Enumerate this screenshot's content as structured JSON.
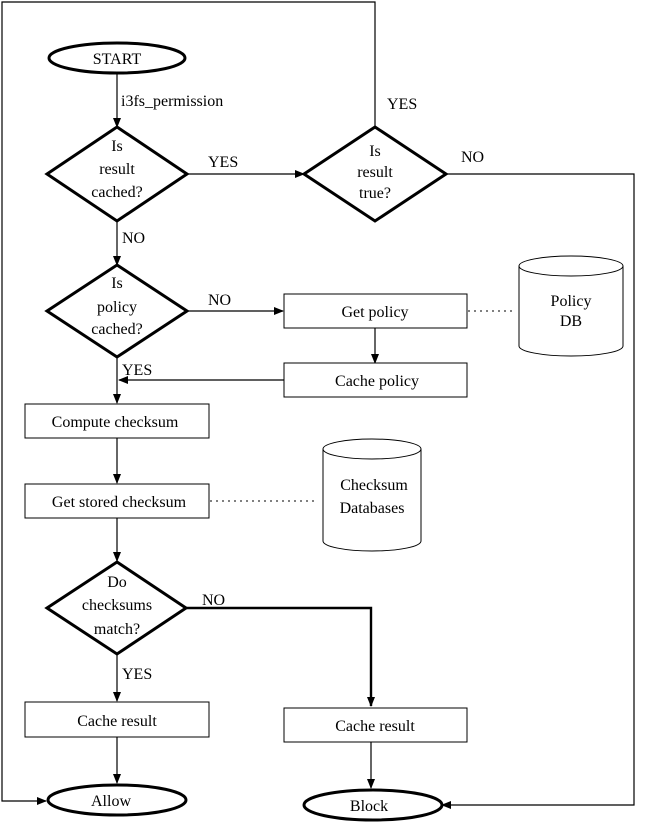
{
  "nodes": {
    "start": "START",
    "is_result_cached": [
      "Is",
      "result",
      "cached?"
    ],
    "is_result_true": [
      "Is",
      "result",
      "true?"
    ],
    "is_policy_cached": [
      "Is",
      "policy",
      "cached?"
    ],
    "get_policy": "Get policy",
    "cache_policy": "Cache policy",
    "policy_db": [
      "Policy",
      "DB"
    ],
    "compute_checksum": "Compute checksum",
    "get_stored_checksum": "Get stored checksum",
    "checksum_databases": [
      "Checksum",
      "Databases"
    ],
    "do_checksums_match": [
      "Do",
      "checksums",
      "match?"
    ],
    "cache_result_allow": "Cache result",
    "cache_result_block": "Cache result",
    "allow": "Allow",
    "block": "Block"
  },
  "edge_labels": {
    "i3fs_permission": "i3fs_permission",
    "result_cached_yes": "YES",
    "result_cached_no": "NO",
    "result_true_yes": "YES",
    "result_true_no": "NO",
    "policy_cached_no": "NO",
    "policy_cached_yes": "YES",
    "checksums_match_no": "NO",
    "checksums_match_yes": "YES"
  }
}
